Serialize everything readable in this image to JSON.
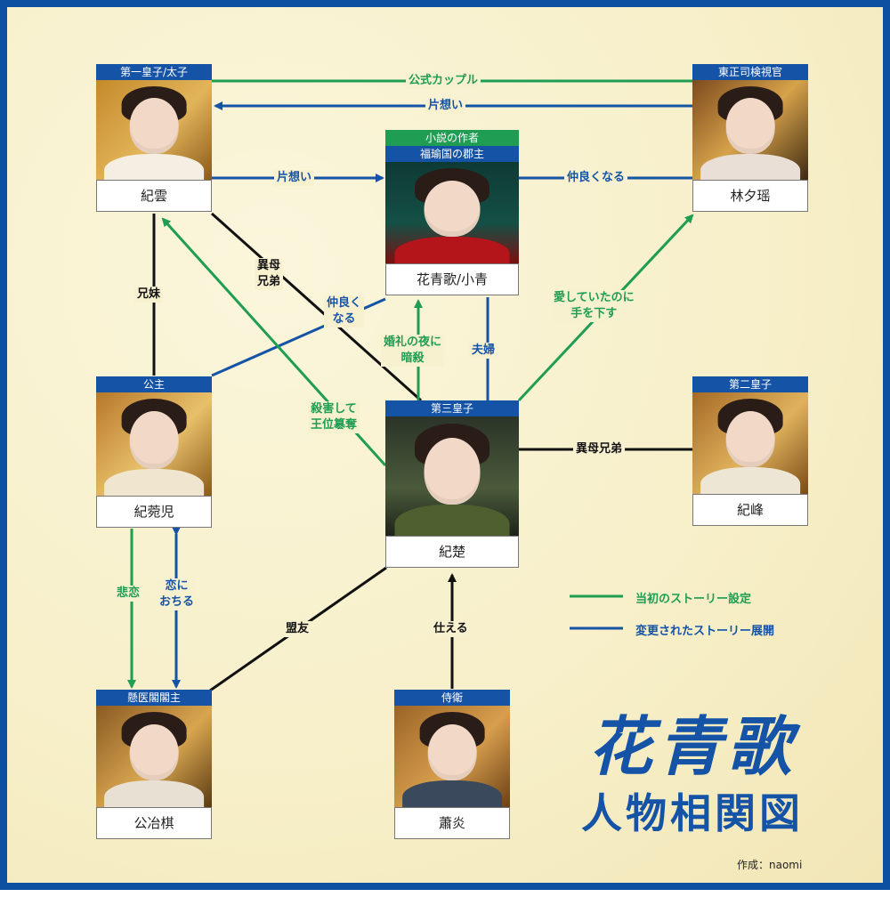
{
  "colors": {
    "original": "#1f9d52",
    "changed": "#1553a6",
    "neutral": "#111111",
    "border": "#0d4fa0"
  },
  "characters": {
    "ji_yun": {
      "role": "第一皇子/太子",
      "name": "紀雲"
    },
    "lin_xiyao": {
      "role": "東正司検視官",
      "name": "林夕瑶"
    },
    "hua_qingge": {
      "role_top": "小説の作者",
      "role": "福瑜国の郡主",
      "name": "花青歌/小青"
    },
    "gongzhu": {
      "role": "公主",
      "name": "紀菀児"
    },
    "ji_chu": {
      "role": "第三皇子",
      "name": "紀楚"
    },
    "ji_feng": {
      "role": "第二皇子",
      "name": "紀峰"
    },
    "gong_yeqi": {
      "role": "懸医閣閣主",
      "name": "公冶棋"
    },
    "xiao_yan": {
      "role": "侍衛",
      "name": "蕭炎"
    }
  },
  "relations": {
    "official_couple": "公式カップル",
    "unrequited_1": "片想い",
    "unrequited_2": "片想い",
    "get_along_1": "仲良くなる",
    "half_brothers_1_l1": "異母",
    "half_brothers_1_l2": "兄弟",
    "siblings": "兄妹",
    "get_along_2_l1": "仲良く",
    "get_along_2_l2": "なる",
    "wedding_night_l1": "婚礼の夜に",
    "wedding_night_l2": "暗殺",
    "married": "夫婦",
    "loved_l1": "愛していたのに",
    "loved_l2": "手を下す",
    "usurp_l1": "殺害して",
    "usurp_l2": "王位簒奪",
    "half_brothers_2": "異母兄弟",
    "tragic_love": "悲恋",
    "fall_in_love_l1": "恋に",
    "fall_in_love_l2": "おちる",
    "alliance": "盟友",
    "serve": "仕える"
  },
  "legend": {
    "original": "当初のストーリー設定",
    "changed": "変更されたストーリー展開"
  },
  "title": {
    "main": "花青歌",
    "sub": "人物相関図"
  },
  "credit": "作成：naomi"
}
